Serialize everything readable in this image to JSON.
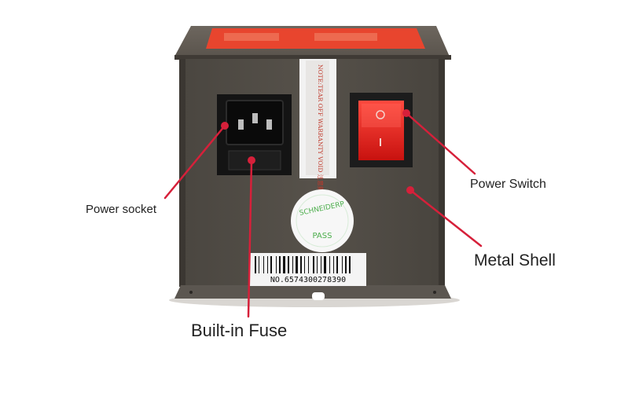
{
  "labels": {
    "power_socket": "Power socket",
    "power_switch": "Power Switch",
    "metal_shell": "Metal Shell",
    "built_in_fuse": "Built-in Fuse"
  },
  "warranty_sticker": {
    "text": "NOTE:TEAR OFF WARRANTY VOID 注意撕掉封条,保修无效"
  },
  "pass_sticker": {
    "brand": "SCHNEIDERP",
    "status": "PASS"
  },
  "barcode": {
    "number": "NO.6574300278390"
  },
  "switch_symbols": {
    "off": "○",
    "on": "I"
  },
  "colors": {
    "annotation": "#d6203a",
    "housing": "#4f4a44",
    "switch": "#e8231f",
    "pass_green": "#4cae4c"
  }
}
